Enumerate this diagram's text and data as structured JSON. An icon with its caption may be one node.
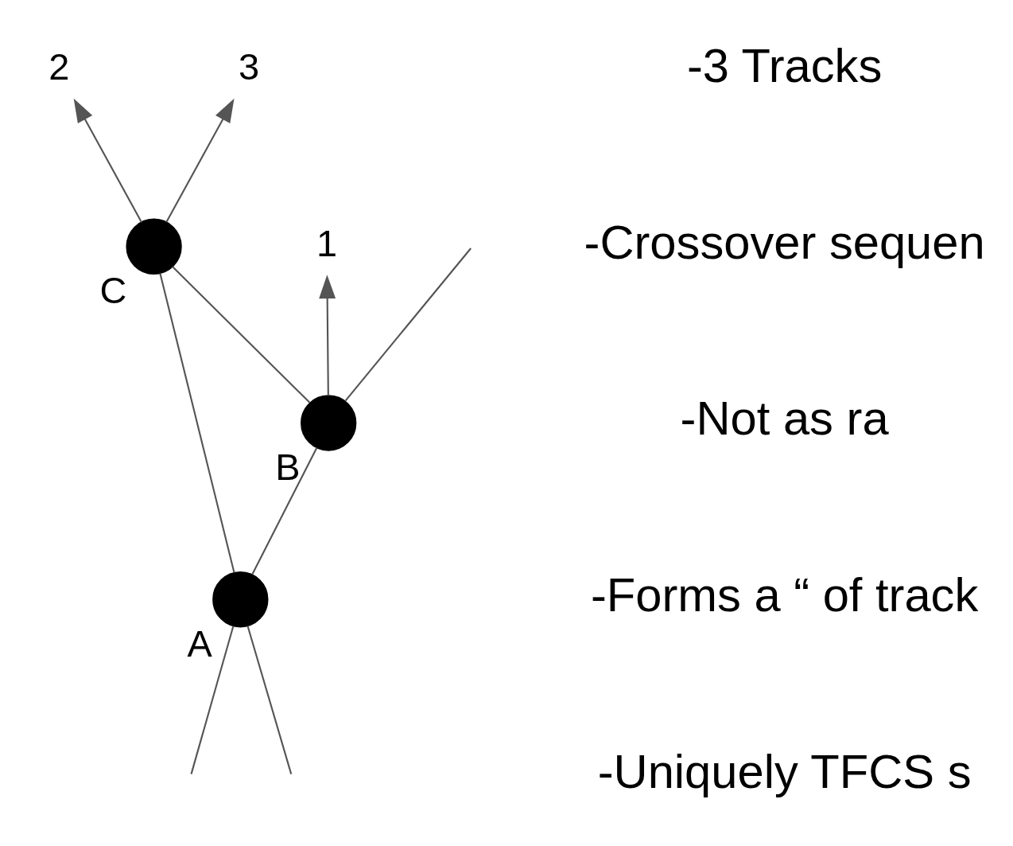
{
  "diagram": {
    "nodes": [
      {
        "text": [
          "2"
        ]
      },
      {
        "text": [
          "3"
        ]
      },
      {
        "text": [],
        "shape": "circle",
        "beside": [
          "C"
        ]
      },
      {
        "text": [
          "1"
        ]
      },
      {
        "text": [],
        "shape": "circle",
        "beside": [
          "B"
        ]
      },
      {
        "text": [],
        "shape": "circle",
        "beside": [
          "A"
        ]
      }
    ],
    "edges": [
      {
        "from": 2,
        "to": 0,
        "arrow": "to"
      },
      {
        "from": 2,
        "to": 1,
        "arrow": "to"
      },
      {
        "from": 4,
        "to": 3,
        "arrow": "to"
      },
      {
        "from": 4,
        "to": 2,
        "arrow": "none"
      },
      {
        "from": 5,
        "to": 2,
        "arrow": "none"
      },
      {
        "from": 5,
        "to": 4,
        "arrow": "none"
      },
      {
        "from": null,
        "to": 5,
        "arrow": "none"
      },
      {
        "from": null,
        "to": 5,
        "arrow": "none"
      },
      {
        "from": 4,
        "to": null,
        "arrow": "none"
      }
    ],
    "labels": [
      "-3 Tracks",
      "-Crossover sequen",
      "-Not as ra",
      "-Forms a “ of track",
      "-Uniquely TFCS s"
    ]
  }
}
